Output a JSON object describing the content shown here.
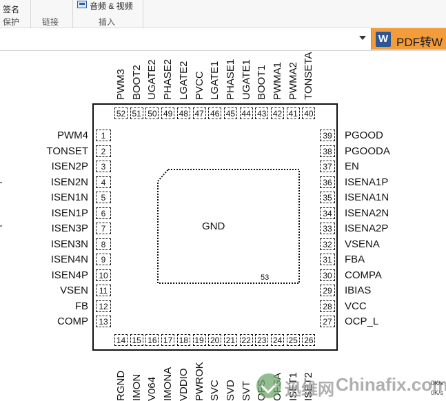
{
  "ribbon": {
    "signature_label": "签名",
    "protect_group": "保护",
    "link_group": "链接",
    "media_label": "音频 & 视频",
    "insert_group": "插入"
  },
  "toolbar": {
    "pdf_button_label": "PDF转W",
    "word_badge": "W"
  },
  "chip": {
    "center_label": "GND",
    "pad_number": "53",
    "top_pins": [
      {
        "n": "52",
        "name": "PWM3"
      },
      {
        "n": "51",
        "name": "BOOT2"
      },
      {
        "n": "50",
        "name": "UGATE2"
      },
      {
        "n": "49",
        "name": "PHASE2"
      },
      {
        "n": "48",
        "name": "LGATE2"
      },
      {
        "n": "47",
        "name": "PVCC"
      },
      {
        "n": "46",
        "name": "LGATE1"
      },
      {
        "n": "45",
        "name": "PHASE1"
      },
      {
        "n": "44",
        "name": "UGATE1"
      },
      {
        "n": "43",
        "name": "BOOT1"
      },
      {
        "n": "42",
        "name": "PWMA1"
      },
      {
        "n": "41",
        "name": "PWMA2"
      },
      {
        "n": "40",
        "name": "TONSETA"
      }
    ],
    "left_pins": [
      {
        "n": "1",
        "name": "PWM4"
      },
      {
        "n": "2",
        "name": "TONSET"
      },
      {
        "n": "3",
        "name": "ISEN2P"
      },
      {
        "n": "4",
        "name": "ISEN2N"
      },
      {
        "n": "5",
        "name": "ISEN1N"
      },
      {
        "n": "6",
        "name": "ISEN1P"
      },
      {
        "n": "7",
        "name": "ISEN3P"
      },
      {
        "n": "8",
        "name": "ISEN3N"
      },
      {
        "n": "9",
        "name": "ISEN4N"
      },
      {
        "n": "10",
        "name": "ISEN4P"
      },
      {
        "n": "11",
        "name": "VSEN"
      },
      {
        "n": "12",
        "name": "FB"
      },
      {
        "n": "13",
        "name": "COMP"
      }
    ],
    "right_pins": [
      {
        "n": "39",
        "name": "PGOOD"
      },
      {
        "n": "38",
        "name": "PGOODA"
      },
      {
        "n": "37",
        "name": "EN"
      },
      {
        "n": "36",
        "name": "ISENA1P"
      },
      {
        "n": "35",
        "name": "ISENA1N"
      },
      {
        "n": "34",
        "name": "ISENA2N"
      },
      {
        "n": "33",
        "name": "ISENA2P"
      },
      {
        "n": "32",
        "name": "VSENA"
      },
      {
        "n": "31",
        "name": "FBA"
      },
      {
        "n": "30",
        "name": "COMPA"
      },
      {
        "n": "29",
        "name": "IBIAS"
      },
      {
        "n": "28",
        "name": "VCC"
      },
      {
        "n": "27",
        "name": "OCP_L"
      }
    ],
    "bottom_pins": [
      {
        "n": "14",
        "name": "RGND"
      },
      {
        "n": "15",
        "name": "IMON"
      },
      {
        "n": "16",
        "name": "V064"
      },
      {
        "n": "17",
        "name": "IMONA"
      },
      {
        "n": "18",
        "name": "VDDIO"
      },
      {
        "n": "19",
        "name": "PWROK"
      },
      {
        "n": "20",
        "name": "SVC"
      },
      {
        "n": "21",
        "name": "SVD"
      },
      {
        "n": "22",
        "name": "SVT"
      },
      {
        "n": "23",
        "name": "OFS"
      },
      {
        "n": "24",
        "name": "OFSA"
      },
      {
        "n": "25",
        "name": "ISET1"
      },
      {
        "n": "26",
        "name": "ISET2"
      }
    ]
  },
  "watermark": {
    "site_cn": "迅维网",
    "site_en": "Chinafix.com"
  },
  "netspeed": {
    "up": "0K/s",
    "down": "0K/s"
  },
  "colors": {
    "pdf_button": "#f39c3a",
    "word_badge": "#2b5797",
    "chip_outline": "#111111"
  }
}
